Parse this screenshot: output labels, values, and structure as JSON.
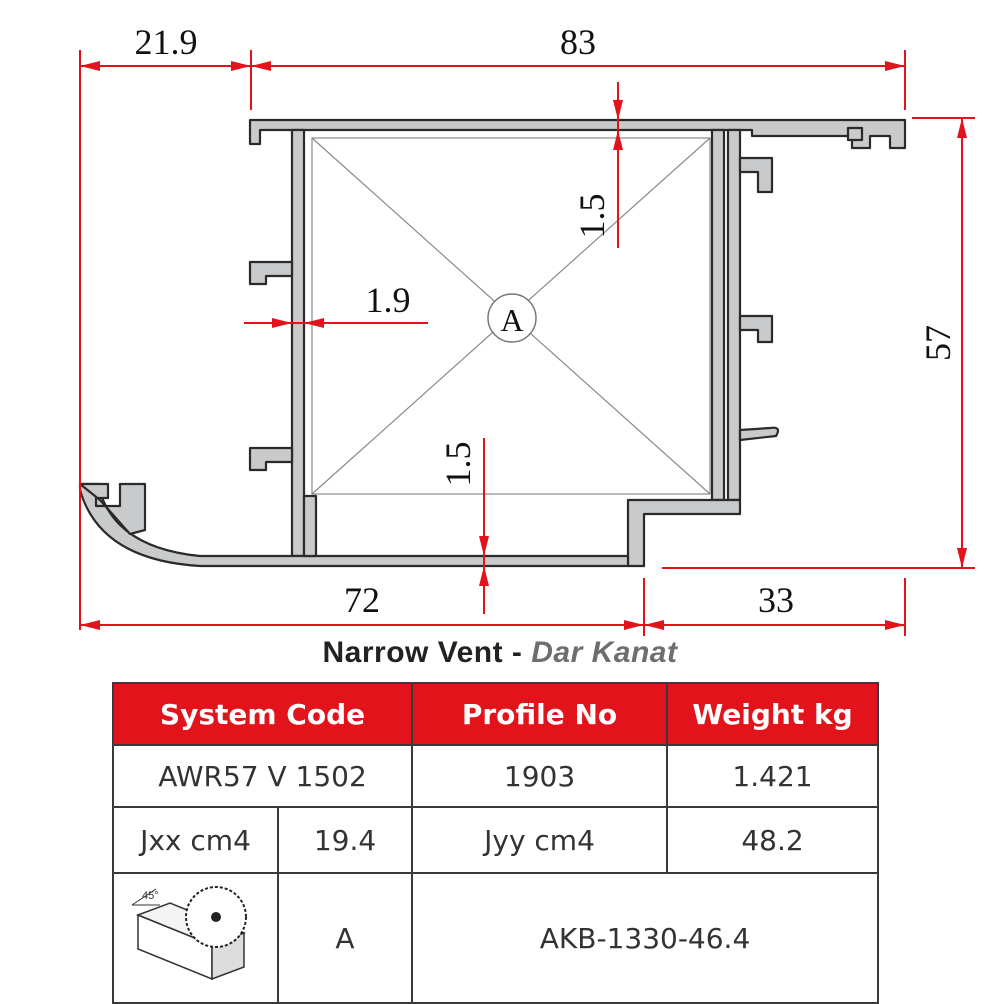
{
  "dimensions": {
    "top_left": "21.9",
    "top_total": "83",
    "right_height": "57",
    "wall_top": "1.5",
    "wall_left": "1.9",
    "wall_bottom": "1.5",
    "bottom_left": "72",
    "bottom_right": "33",
    "cavity_label": "A"
  },
  "title": {
    "main": "Narrow Vent",
    "separator": " - ",
    "sub": "Dar Kanat"
  },
  "table": {
    "headers": [
      "System Code",
      "Profile No",
      "Weight kg"
    ],
    "system_code": "AWR57 V 1502",
    "profile_no": "1903",
    "weight": "1.421",
    "jxx_label": "Jxx cm4",
    "jxx_value": "19.4",
    "jyy_label": "Jyy cm4",
    "jyy_value": "48.2",
    "cut_angle": "45°",
    "cavity": "A",
    "accessory_code": "AKB-1330-46.4"
  },
  "colors": {
    "accent": "#e3131b",
    "profile_fill": "#c9cacb",
    "outline": "#2a2a2a"
  }
}
